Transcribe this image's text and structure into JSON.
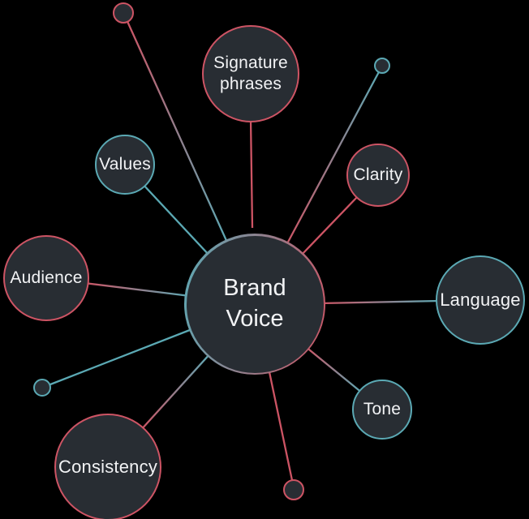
{
  "colors": {
    "background": "#000000",
    "node-fill": "#282d33",
    "red": "#cd5464",
    "teal": "#5ba9b4",
    "text": "#f2f3f5"
  },
  "nodes": {
    "center": {
      "line1": "Brand",
      "line2": "Voice"
    },
    "signature_phrases": {
      "line1": "Signature",
      "line2": "phrases"
    },
    "values": {
      "label": "Values"
    },
    "clarity": {
      "label": "Clarity"
    },
    "audience": {
      "label": "Audience"
    },
    "language": {
      "label": "Language"
    },
    "tone": {
      "label": "Tone"
    },
    "consistency": {
      "label": "Consistency"
    }
  }
}
